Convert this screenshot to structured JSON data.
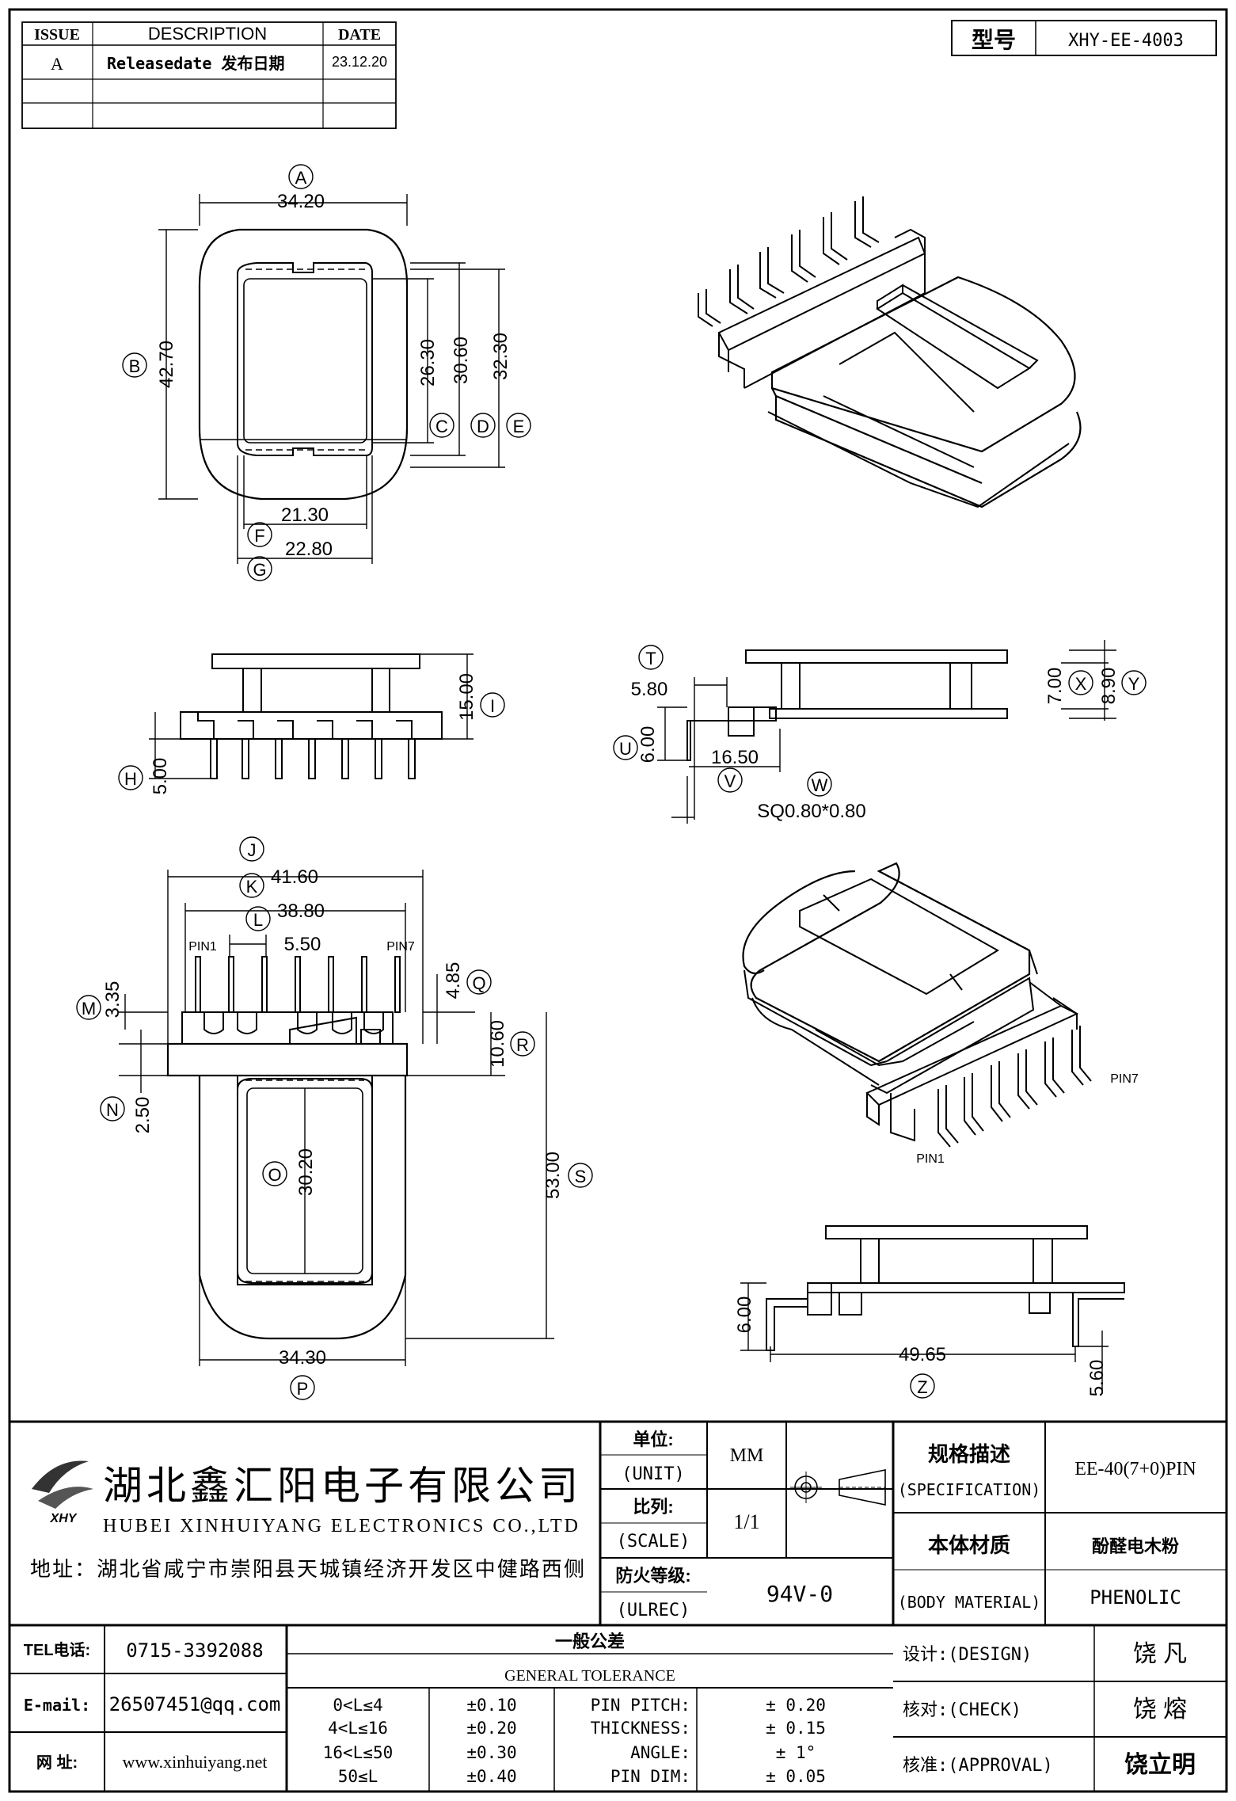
{
  "revision_table": {
    "headers": [
      "ISSUE",
      "DESCRIPTION",
      "DATE"
    ],
    "rows": [
      {
        "issue": "A",
        "description": "Releasedate 发布日期",
        "date": "23.12.20"
      },
      {
        "issue": "",
        "description": "",
        "date": ""
      },
      {
        "issue": "",
        "description": "",
        "date": ""
      }
    ]
  },
  "model": {
    "label": "型号",
    "value": "XHY-EE-4003"
  },
  "top_view": {
    "dims": {
      "A": "34.20",
      "B": "42.70",
      "C": "26.30",
      "D": "30.60",
      "E": "32.30",
      "F": "21.30",
      "G": "22.80"
    }
  },
  "side_view": {
    "dims": {
      "I": "15.00",
      "H": "5.00"
    }
  },
  "pin_view": {
    "dims": {
      "T": "5.80",
      "U": "6.00",
      "V": "16.50",
      "W": "SQ0.80*0.80",
      "X": "7.00",
      "Y": "8.90"
    }
  },
  "front_view": {
    "dims": {
      "J": "41.60",
      "K": "38.80",
      "L": "5.50",
      "M": "3.35",
      "N": "2.50",
      "O": "30.20",
      "P": "34.30",
      "Q": "4.85",
      "R": "10.60",
      "S": "53.00"
    },
    "pin1": "PIN1",
    "pin7": "PIN7"
  },
  "iso_bottom": {
    "pin1": "PIN1",
    "pin7": "PIN7"
  },
  "bottom_view": {
    "dims": {
      "left": "6.00",
      "Z": "49.65",
      "right": "5.60"
    }
  },
  "company": {
    "logo_text": "XHY",
    "name_cn": "湖北鑫汇阳电子有限公司",
    "name_en": "HUBEI XINHUIYANG ELECTRONICS CO.,LTD",
    "address": "地址：湖北省咸宁市崇阳县天城镇经济开发区中健路西侧"
  },
  "title_block": {
    "unit_cn": "单位:",
    "unit_en": "(UNIT)",
    "unit_value": "MM",
    "scale_cn": "比列:",
    "scale_en": "(SCALE)",
    "scale_value": "1/1",
    "ulrec_cn": "防火等级:",
    "ulrec_en": "(ULREC)",
    "ulrec_value": "94V-0",
    "spec_cn": "规格描述",
    "spec_en": "(SPECIFICATION)",
    "spec_value": "EE-40(7+0)PIN",
    "body_cn": "本体材质",
    "body_en": "(BODY MATERIAL)",
    "body_cn_value": "酚醛电木粉",
    "body_en_value": "PHENOLIC"
  },
  "contact": {
    "tel_label": "TEL电话:",
    "tel": "0715-3392088",
    "email_label": "E-mail:",
    "email": "26507451@qq.com",
    "web_label": "网   址:",
    "web": "www.xinhuiyang.net"
  },
  "tolerance": {
    "title_cn": "一般公差",
    "title_en": "GENERAL TOLERANCE",
    "ranges": [
      {
        "range": "0<L≤4",
        "tol": "±0.10"
      },
      {
        "range": "4<L≤16",
        "tol": "±0.20"
      },
      {
        "range": "16<L≤50",
        "tol": "±0.30"
      },
      {
        "range": "50≤L",
        "tol": "±0.40"
      }
    ],
    "others": [
      {
        "label": "PIN PITCH:",
        "tol": "± 0.20"
      },
      {
        "label": "THICKNESS:",
        "tol": "± 0.15"
      },
      {
        "label": "ANGLE:",
        "tol": "± 1°"
      },
      {
        "label": "PIN DIM:",
        "tol": "± 0.05"
      }
    ]
  },
  "approval": {
    "design_label": "设计:(DESIGN)",
    "design": "饶   凡",
    "check_label": "核对:(CHECK)",
    "check": "饶   熔",
    "approval_label": "核准:(APPROVAL)",
    "approval": "饶立明"
  }
}
